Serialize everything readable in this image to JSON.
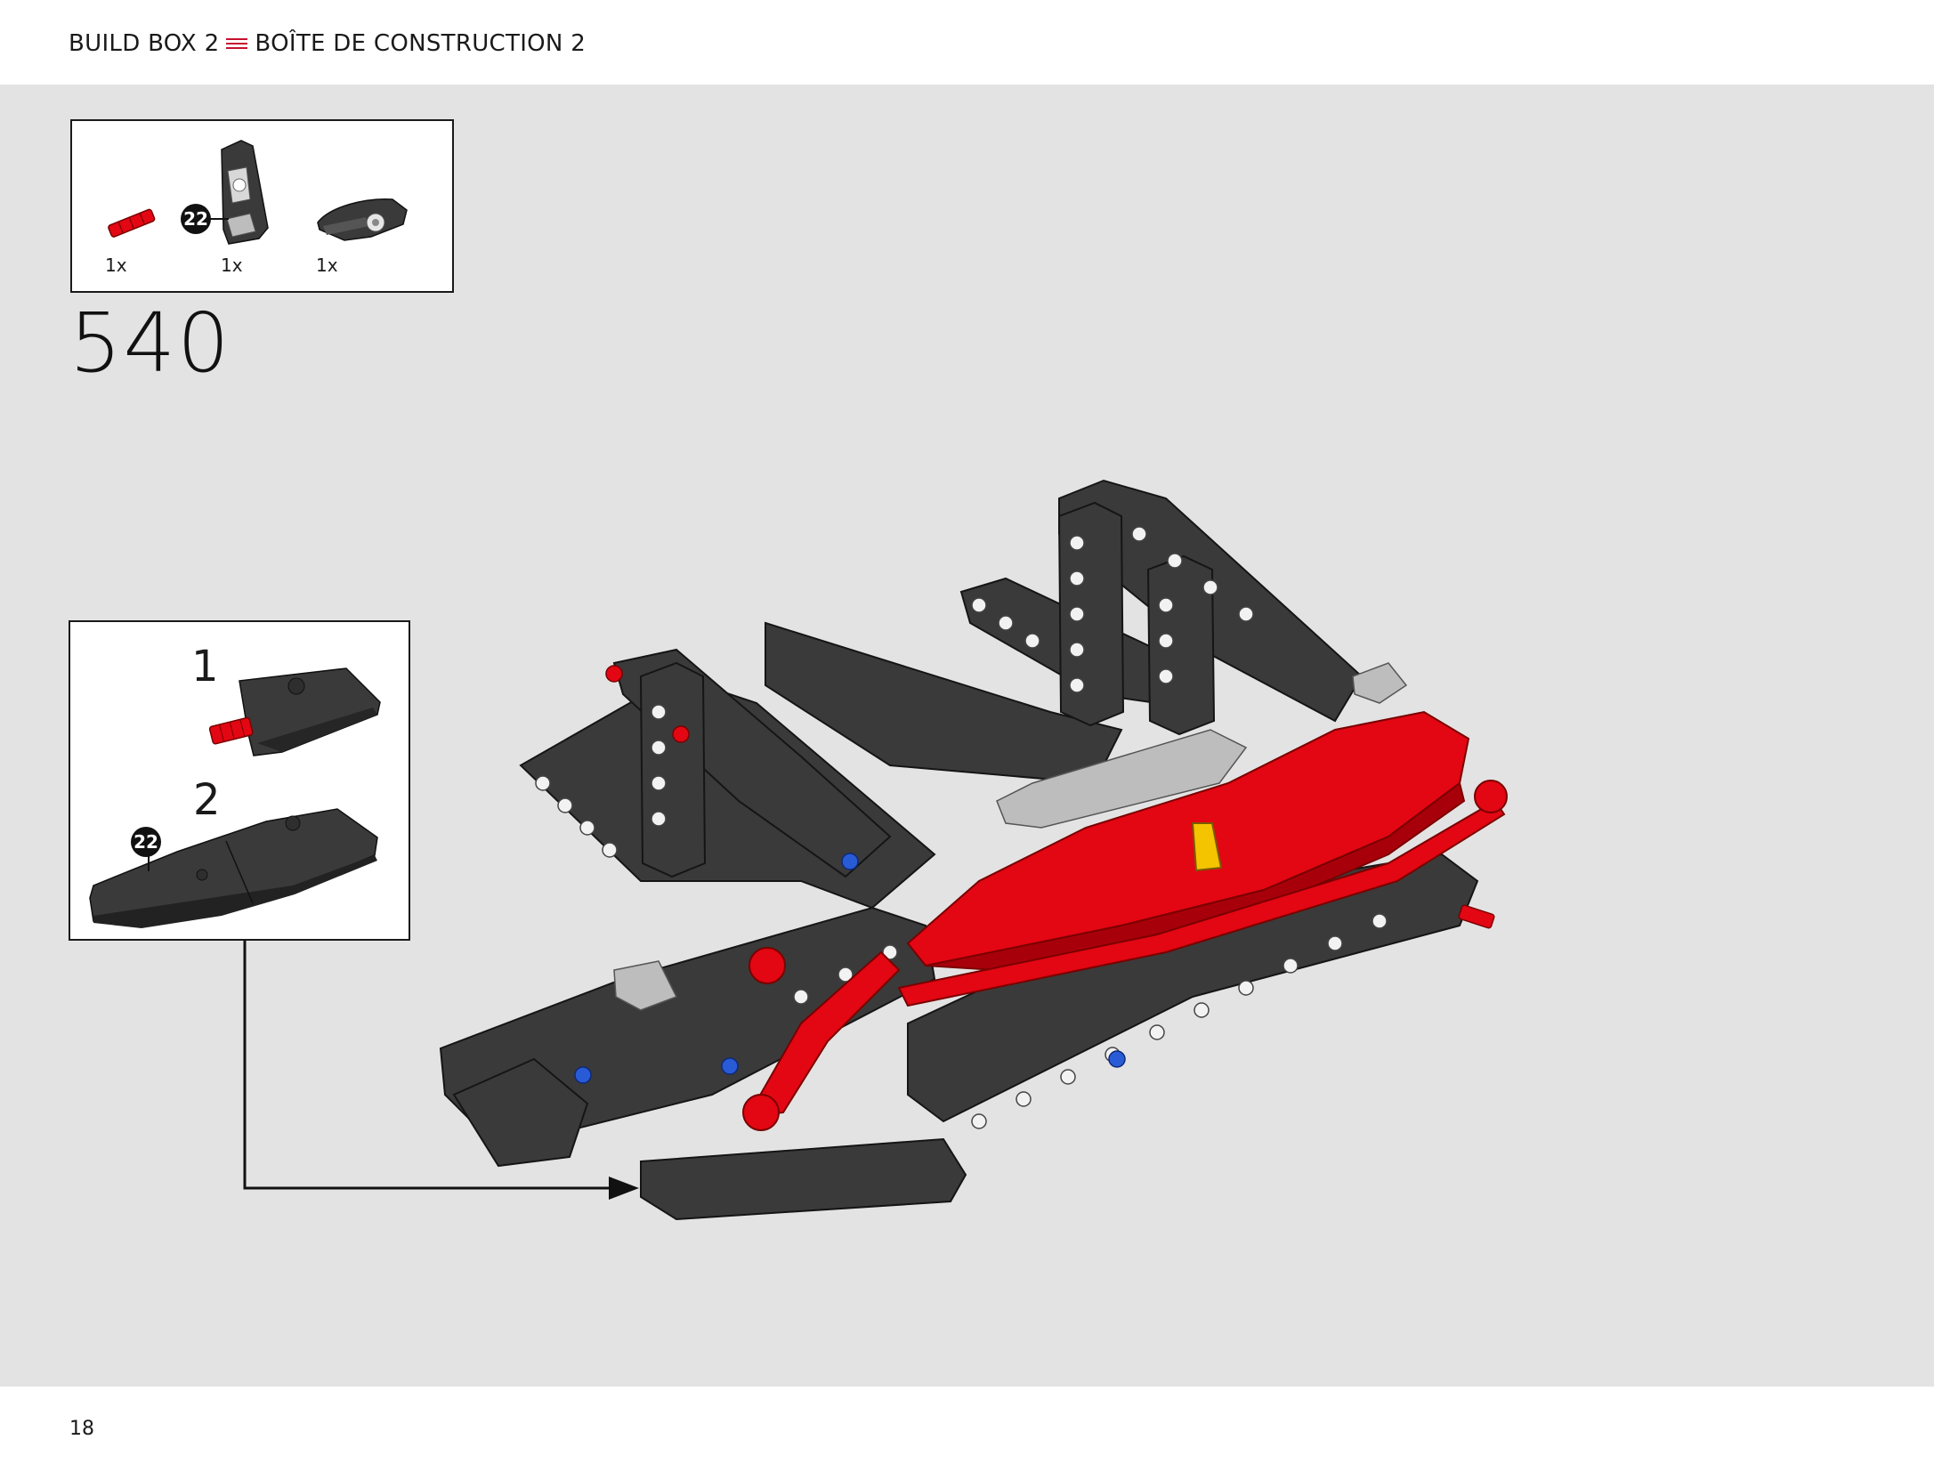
{
  "header": {
    "text_en": "BUILD BOX 2",
    "text_fr": "BOÎTE DE CONSTRUCTION 2",
    "separator_icon": "triple-line-icon",
    "separator_color": "#c8102e"
  },
  "parts_list": {
    "items": [
      {
        "qty": "1x",
        "icon": "red-axle-pin-icon"
      },
      {
        "qty": "1x",
        "icon": "black-panel-icon",
        "badge": "22"
      },
      {
        "qty": "1x",
        "icon": "black-curved-panel-icon"
      }
    ]
  },
  "step": {
    "number": "540"
  },
  "sub_assembly": {
    "steps": [
      {
        "number": "1"
      },
      {
        "number": "2",
        "badge": "22"
      }
    ]
  },
  "page": {
    "number": "18"
  },
  "colors": {
    "background": "#e3e3e3",
    "brick_red": "#e30613",
    "brick_black": "#3a3a3a",
    "brick_grey": "#b8b8b8"
  }
}
